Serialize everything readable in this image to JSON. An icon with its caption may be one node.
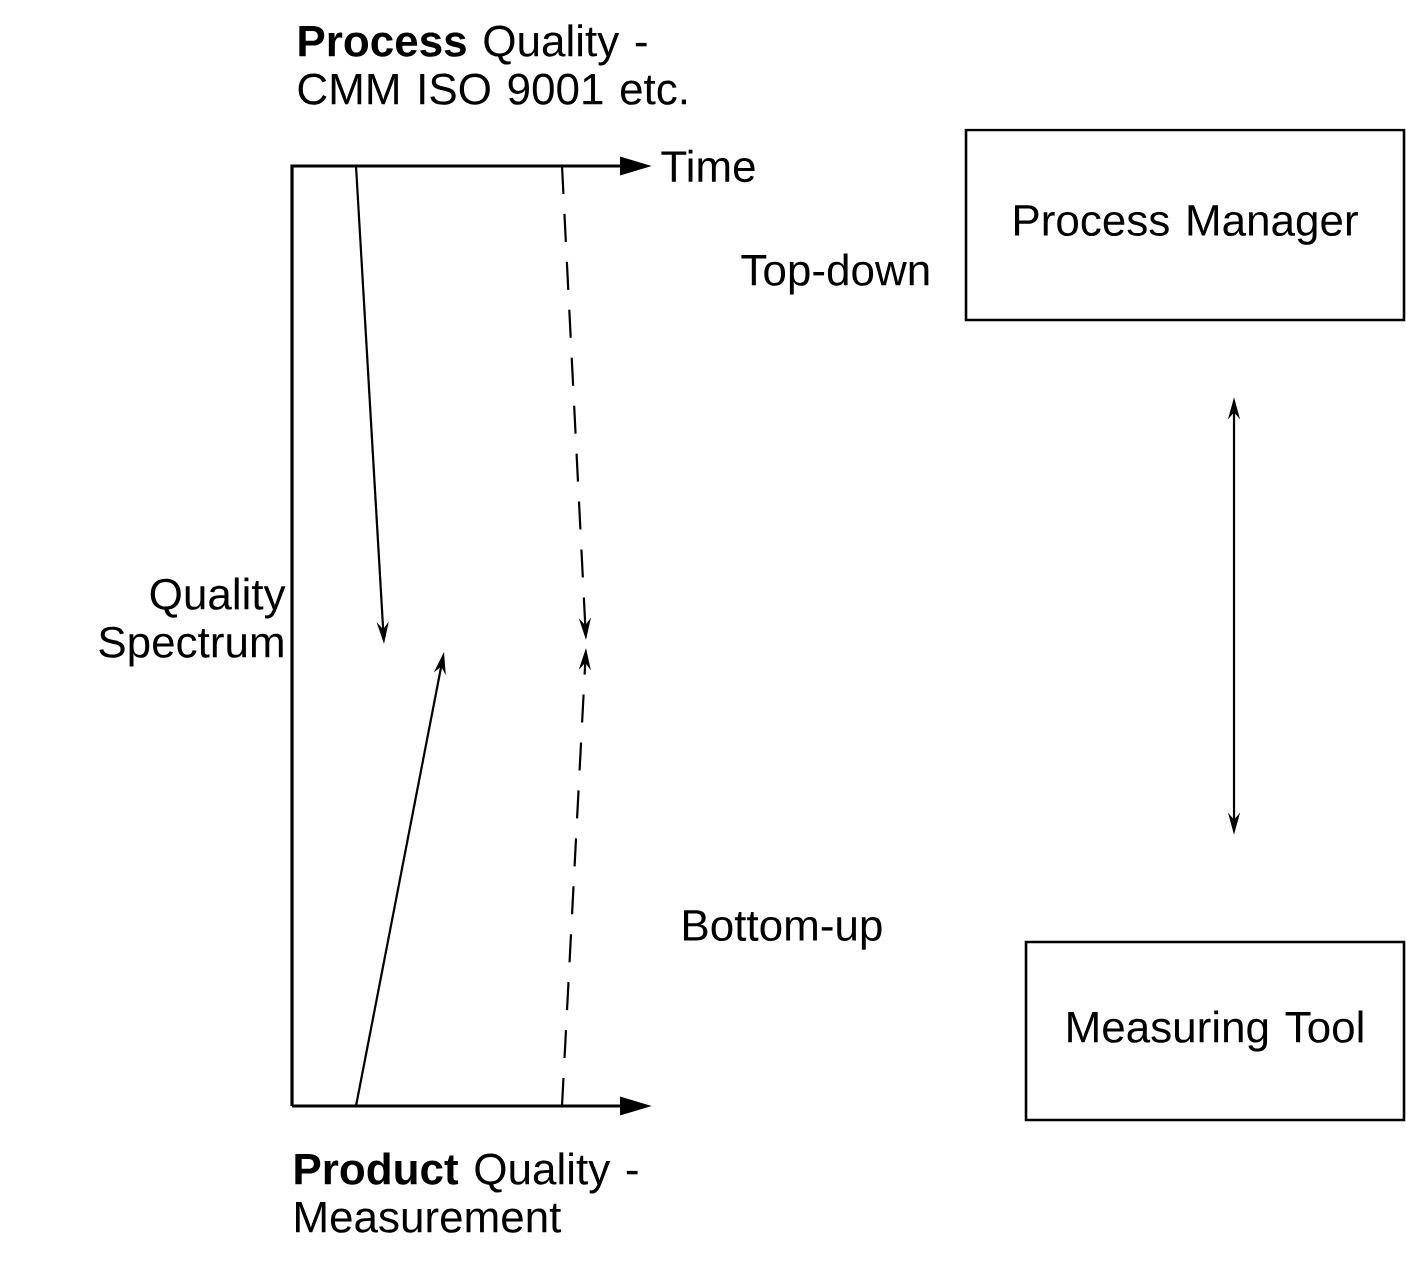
{
  "diagram": {
    "nodes": [
      {
        "text": [
          "Process Manager"
        ]
      },
      {
        "text": [
          "Measuring Tool"
        ]
      }
    ],
    "edges": [
      {
        "from": 0,
        "to": 1,
        "arrow": "both"
      }
    ],
    "labels": [
      "**Process** Quality - CMM ISO 9001 etc.",
      "Time",
      "Top-down",
      "Quality Spectrum",
      "Bottom-up",
      "**Product** Quality - Measurement"
    ]
  }
}
